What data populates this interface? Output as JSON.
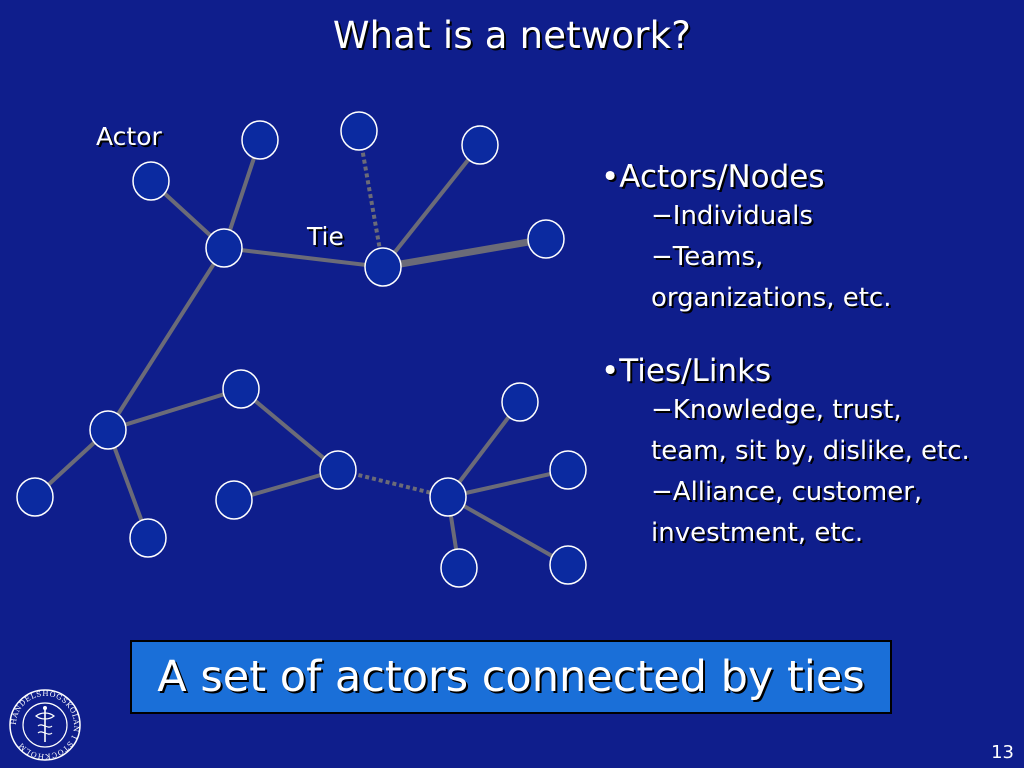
{
  "title": "What is a network?",
  "diagram": {
    "actor_label": "Actor",
    "tie_label": "Tie",
    "node_color": "#0b2aa0",
    "edge_color": "#6b6b78",
    "nodes": [
      {
        "id": "n1"
      },
      {
        "id": "n2"
      },
      {
        "id": "n3"
      },
      {
        "id": "n4"
      },
      {
        "id": "n5"
      },
      {
        "id": "n6"
      },
      {
        "id": "n7"
      },
      {
        "id": "n8"
      },
      {
        "id": "n9"
      },
      {
        "id": "n10"
      },
      {
        "id": "n11"
      },
      {
        "id": "n12"
      },
      {
        "id": "n13"
      },
      {
        "id": "n14"
      },
      {
        "id": "n15"
      },
      {
        "id": "n16"
      },
      {
        "id": "n17"
      },
      {
        "id": "n18"
      },
      {
        "id": "n19"
      }
    ],
    "edges": [
      {
        "from": "n3",
        "to": "n2",
        "style": "solid"
      },
      {
        "from": "n3",
        "to": "n1",
        "style": "solid"
      },
      {
        "from": "n3",
        "to": "n6",
        "style": "solid"
      },
      {
        "from": "n6",
        "to": "n5",
        "style": "solid"
      },
      {
        "from": "n6",
        "to": "n4",
        "style": "dotted"
      },
      {
        "from": "n6",
        "to": "n7",
        "style": "thick"
      },
      {
        "from": "n3",
        "to": "n8",
        "style": "solid"
      },
      {
        "from": "n8",
        "to": "n9",
        "style": "solid"
      },
      {
        "from": "n8",
        "to": "n10",
        "style": "solid"
      },
      {
        "from": "n8",
        "to": "n11",
        "style": "solid"
      },
      {
        "from": "n9",
        "to": "n12",
        "style": "solid"
      },
      {
        "from": "n12",
        "to": "n13",
        "style": "solid"
      },
      {
        "from": "n12",
        "to": "n14",
        "style": "dotted"
      },
      {
        "from": "n14",
        "to": "n15",
        "style": "solid"
      },
      {
        "from": "n14",
        "to": "n16",
        "style": "solid"
      },
      {
        "from": "n14",
        "to": "n17",
        "style": "solid"
      },
      {
        "from": "n14",
        "to": "n18",
        "style": "solid"
      }
    ]
  },
  "bullets": {
    "actors_heading": "•Actors/Nodes",
    "actors_items": [
      "−Individuals",
      "−Teams,",
      "organizations, etc."
    ],
    "ties_heading": "•Ties/Links",
    "ties_items": [
      "−Knowledge, trust,",
      "team, sit by, dislike, etc.",
      "−Alliance, customer,",
      "investment, etc."
    ]
  },
  "banner": "A set of actors connected by ties",
  "logo_text": "HANDELSHÖGSKOLAN I STOCKHOLM",
  "page_number": "13"
}
